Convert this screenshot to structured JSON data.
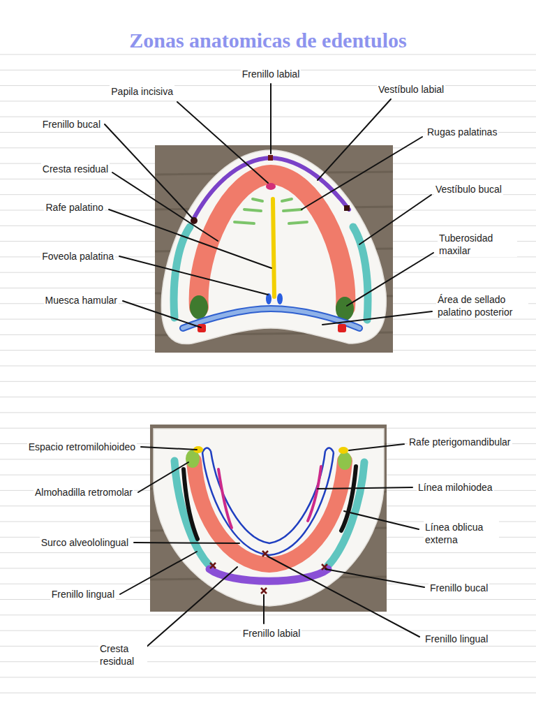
{
  "diagram": {
    "title": "Zonas anatomicas de edentulos",
    "labels": [
      "Frenillo labial",
      "Papila incisiva",
      "Vestíbulo labial",
      "Frenillo bucal",
      "Rugas palatinas",
      "Cresta residual",
      "Vestíbulo bucal",
      "Rafe palatino",
      "Tuberosidad maxilar",
      "Foveola palatina",
      "Muesca hamular",
      "Área de sellado palatino posterior",
      "Espacio retromilohioideo",
      "Rafe pterigomandibular",
      "Línea milohiodea",
      "Almohadilla retromolar",
      "Línea oblicua externa",
      "Surco alveololingual",
      "Frenillo lingual",
      "Frenillo bucal",
      "Frenillo labial",
      "Frenillo lingual",
      "Cresta residual"
    ]
  }
}
